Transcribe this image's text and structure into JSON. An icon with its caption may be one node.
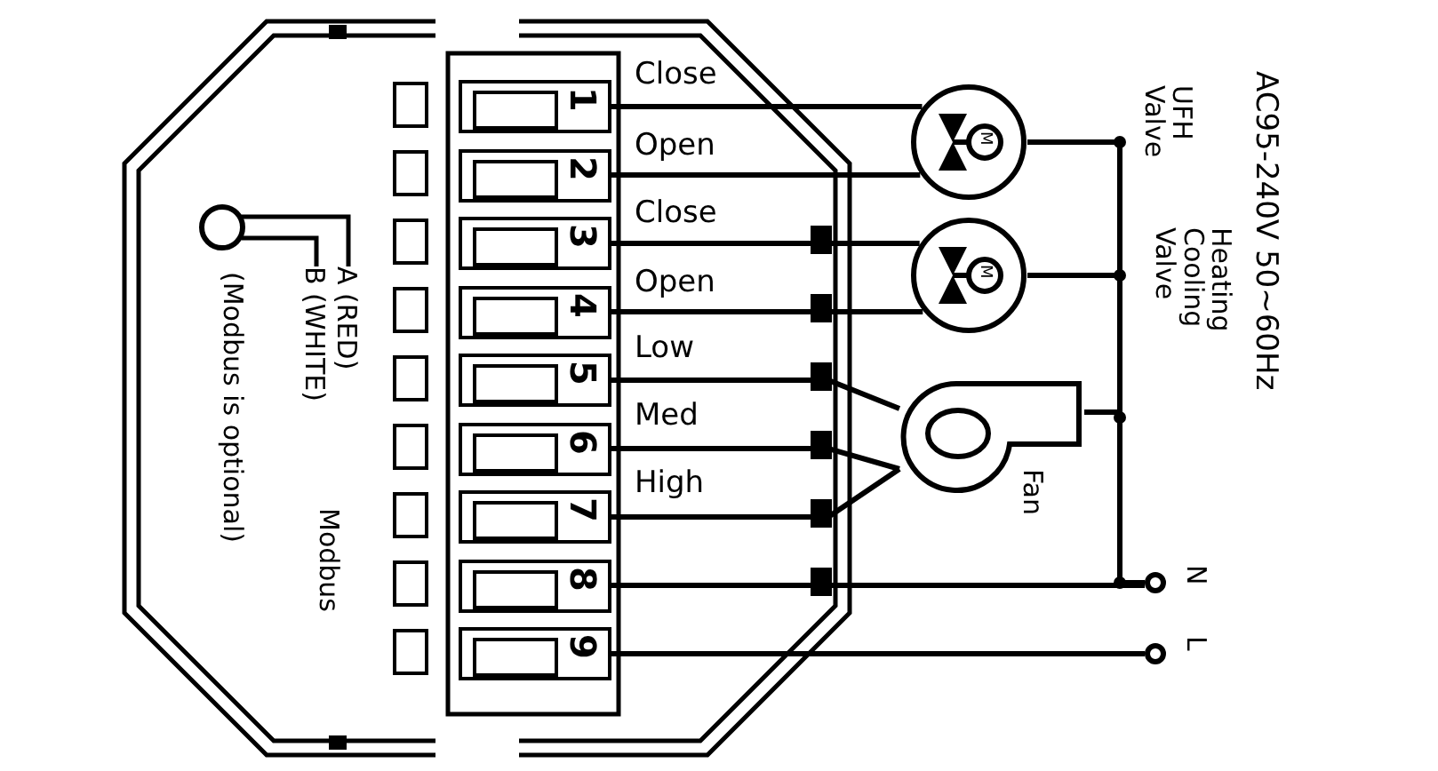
{
  "diagram": {
    "nodes": [
      {
        "text": [
          "1"
        ],
        "beside": [
          "Close"
        ]
      },
      {
        "text": [
          "2"
        ],
        "beside": [
          "Open"
        ]
      },
      {
        "text": [
          "3"
        ],
        "beside": [
          "Close"
        ]
      },
      {
        "text": [
          "4"
        ],
        "beside": [
          "Open"
        ]
      },
      {
        "text": [
          "5"
        ],
        "beside": [
          "Low"
        ]
      },
      {
        "text": [
          "6"
        ],
        "beside": [
          "Med"
        ]
      },
      {
        "text": [
          "7"
        ],
        "beside": [
          "High"
        ]
      },
      {
        "text": [
          "8"
        ]
      },
      {
        "text": [
          "9"
        ]
      },
      {
        "text": [
          "M"
        ]
      },
      {
        "text": [
          "M"
        ]
      },
      {
        "text": [],
        "shape": "picture",
        "beside": [
          "Fan"
        ]
      },
      {
        "text": [],
        "shape": "circle",
        "beside": [
          "N"
        ]
      },
      {
        "text": [],
        "shape": "circle",
        "beside": [
          "L"
        ]
      },
      {
        "text": [],
        "shape": "circle"
      },
      {
        "text": [
          "A (RED)"
        ]
      },
      {
        "text": [
          "B (WHITE)"
        ]
      }
    ],
    "edges": [
      {
        "from": 0,
        "to": 9,
        "arrow": "none"
      },
      {
        "from": 1,
        "to": 9,
        "arrow": "none"
      },
      {
        "from": 2,
        "to": 10,
        "arrow": "none"
      },
      {
        "from": 3,
        "to": 10,
        "arrow": "none"
      },
      {
        "from": 4,
        "to": 11,
        "arrow": "none"
      },
      {
        "from": 5,
        "to": 11,
        "arrow": "none"
      },
      {
        "from": 6,
        "to": 11,
        "arrow": "none"
      },
      {
        "from": 7,
        "to": 12,
        "arrow": "none"
      },
      {
        "from": 8,
        "to": 13,
        "arrow": "none"
      },
      {
        "from": 9,
        "to": 12,
        "arrow": "none"
      },
      {
        "from": 10,
        "to": 12,
        "arrow": "none"
      },
      {
        "from": 11,
        "to": 12,
        "arrow": "none"
      },
      {
        "from": 14,
        "to": 15,
        "arrow": "none"
      },
      {
        "from": 14,
        "to": 16,
        "arrow": "none"
      }
    ],
    "labels": [
      "AC95-240V 50~60Hz",
      "UFH Valve",
      "Heating Cooling Valve",
      "Modbus",
      "(Modbus is optional)"
    ]
  }
}
